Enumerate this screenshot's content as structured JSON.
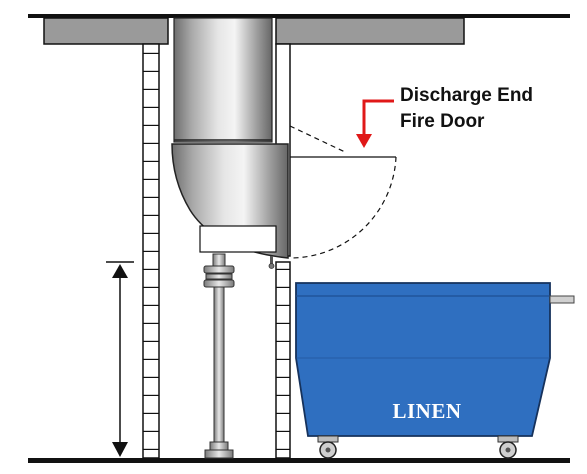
{
  "callout": {
    "line1": "Discharge End",
    "line2": "Fire Door"
  },
  "cart": {
    "label": "LINEN"
  },
  "colors": {
    "cart_blue": "#2f6fc0",
    "arrow_red": "#e01818",
    "slab_gray": "#9a9a9a",
    "chute_steel": "#b8b8b8",
    "ink": "#111111"
  }
}
